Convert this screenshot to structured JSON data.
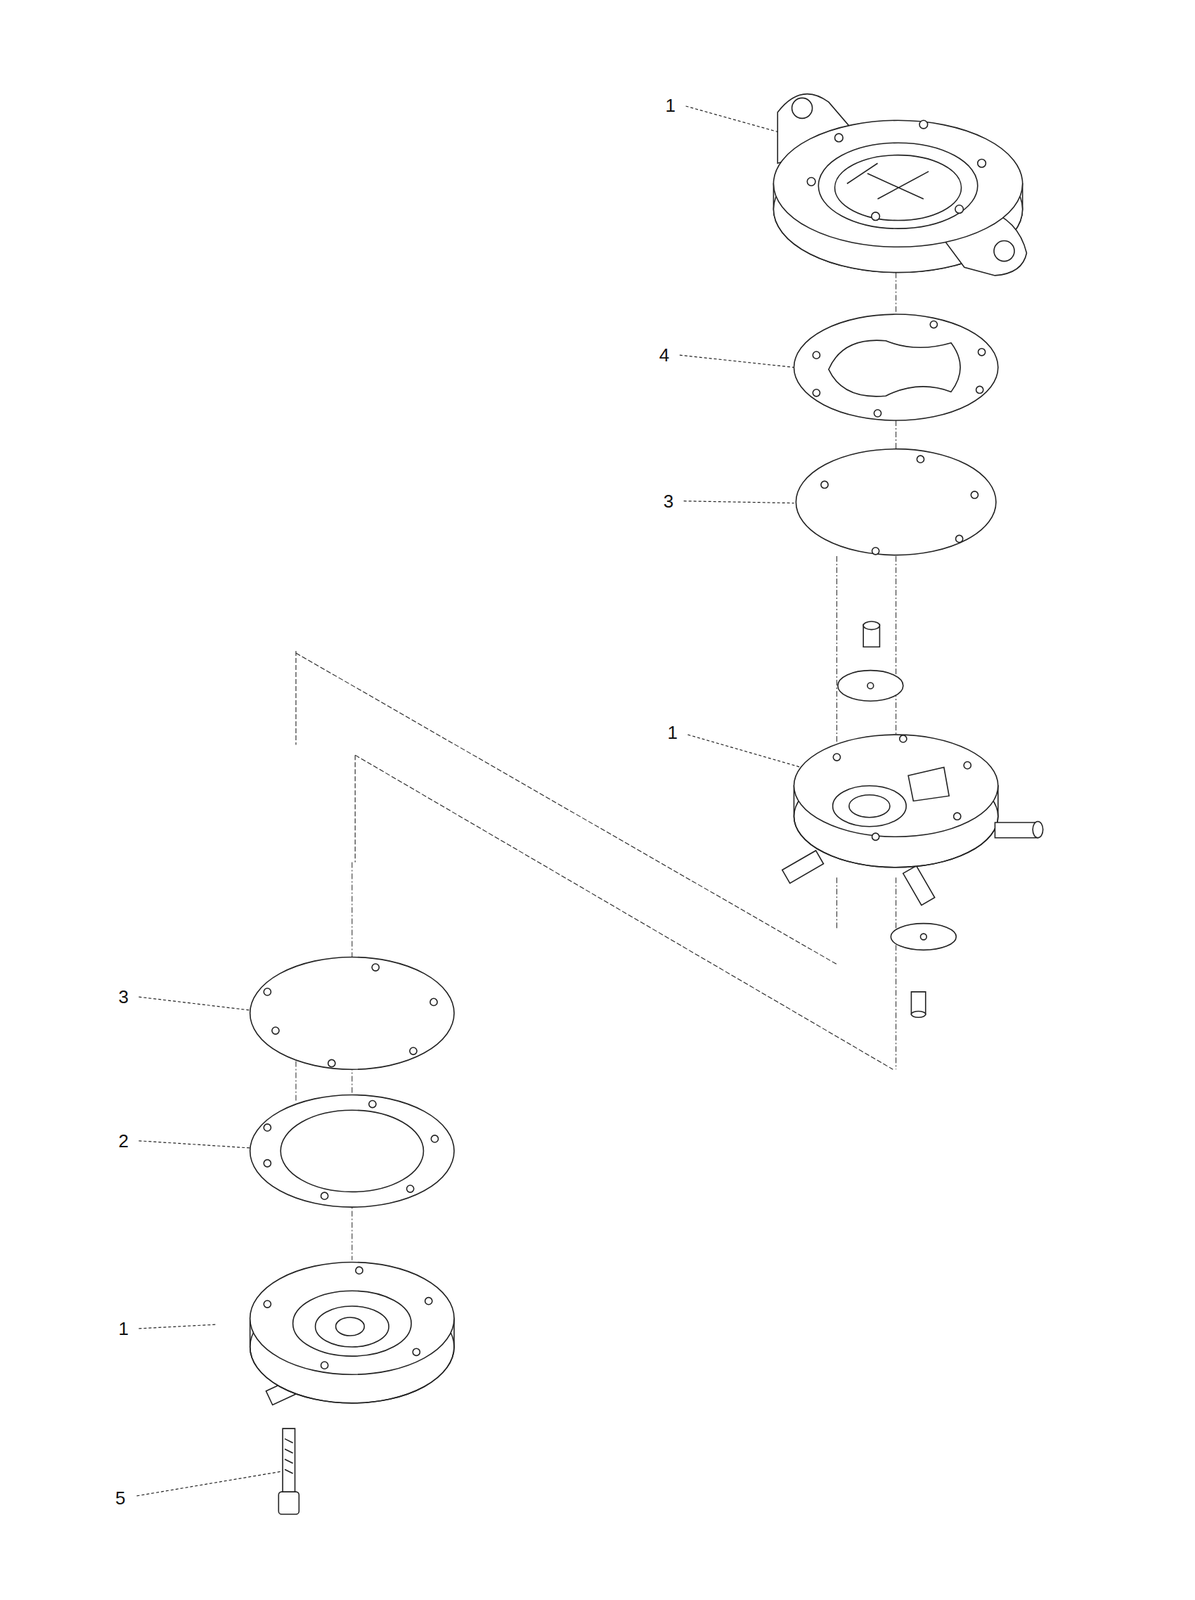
{
  "diagram": {
    "labels": [
      "1",
      "4",
      "3",
      "1",
      "3",
      "2",
      "1",
      "5"
    ]
  }
}
